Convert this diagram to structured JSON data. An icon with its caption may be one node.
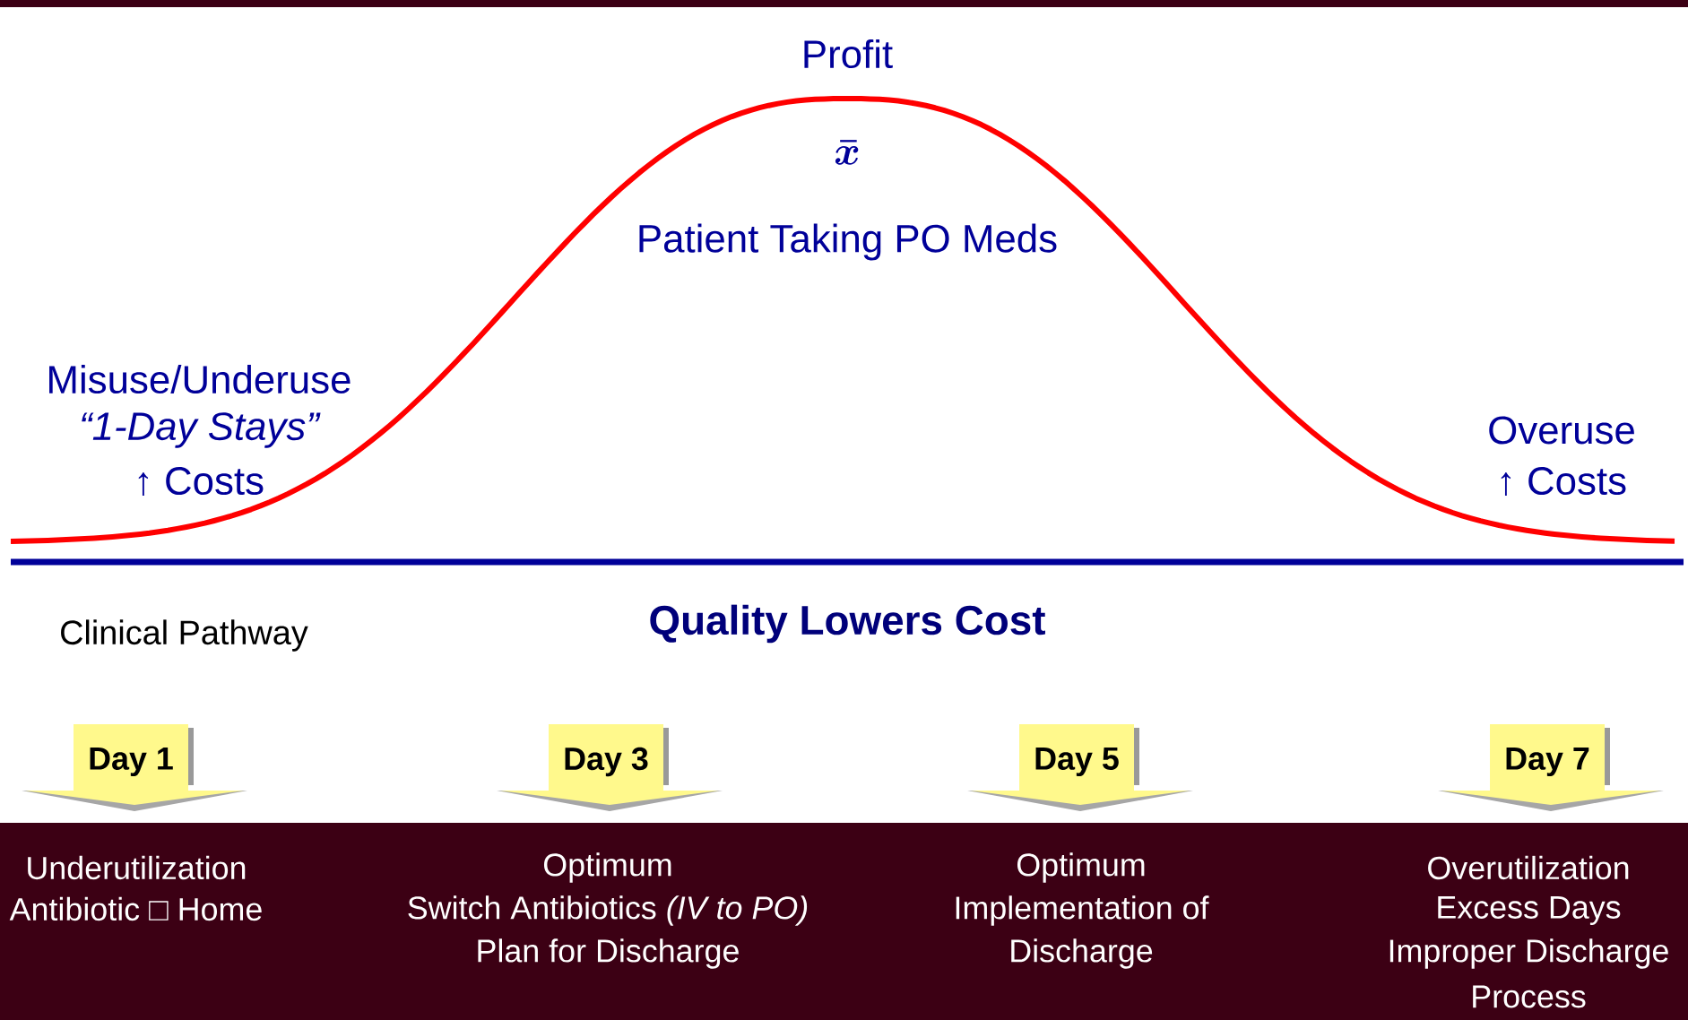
{
  "diagram": {
    "title": "Quality Lowers  Cost",
    "nodes": [
      {
        "text": [
          "Day 1"
        ]
      },
      {
        "text": [
          "Day 3"
        ]
      },
      {
        "text": [
          "Day 5"
        ]
      },
      {
        "text": [
          "Day 7"
        ]
      }
    ],
    "labels": [
      "Profit",
      "\\bar{x}",
      "Patient Taking PO Meds",
      "Misuse/Underuse",
      "“1-Day Stays”",
      "↑ Costs",
      "Overuse",
      "↑ Costs",
      "Clinical Pathway",
      "Underutilization",
      "Antibiotic □ Home",
      "Optimum",
      "Switch Antibiotics *(IV to PO)*",
      "Plan for Discharge",
      "Optimum",
      "Implementation of",
      "Discharge",
      "Overutilization",
      "Excess Days",
      "Improper Discharge",
      "Process"
    ]
  }
}
